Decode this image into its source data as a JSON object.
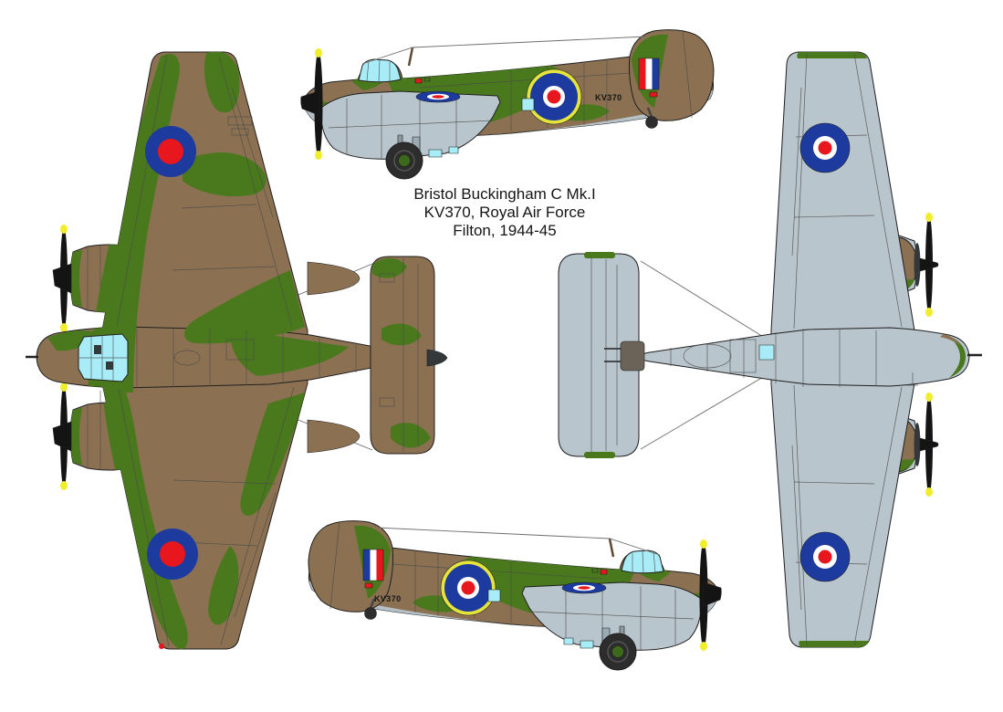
{
  "caption": {
    "line1": "Bristol Buckingham C Mk.I",
    "line2": "KV370, Royal Air Force",
    "line3": "Filton, 1944-45"
  },
  "serial": "KV370",
  "icons": {
    "upper_wing_roundel": "raf-type-b-roundel",
    "under_wing_roundel": "raf-type-c-roundel",
    "fuselage_roundel": "raf-type-c1-roundel",
    "fin_marking": "raf-fin-flash"
  },
  "colors": {
    "camo_brown": "#8b7152",
    "camo_green": "#49791c",
    "underside_gray": "#b8c5cc",
    "panel_gray": "#9aabb4",
    "canopy_cyan": "#a8ecf7",
    "roundel_blue": "#1d3b9e",
    "roundel_red": "#e8161d",
    "roundel_yellow": "#e6e33c",
    "roundel_white": "#ffffff",
    "prop_black": "#141414",
    "prop_yellow": "#f0ee2a",
    "tire_black": "#2d2d2d",
    "hub_green": "#3c691b",
    "bay_gray": "#5c6468",
    "metal_gray": "#8f9aa0",
    "outline": "#1f1f1f",
    "panel_line": "#4a4a4a",
    "wire_gray": "#6e6e6e",
    "text_black": "#151515",
    "background": "#ffffff"
  }
}
